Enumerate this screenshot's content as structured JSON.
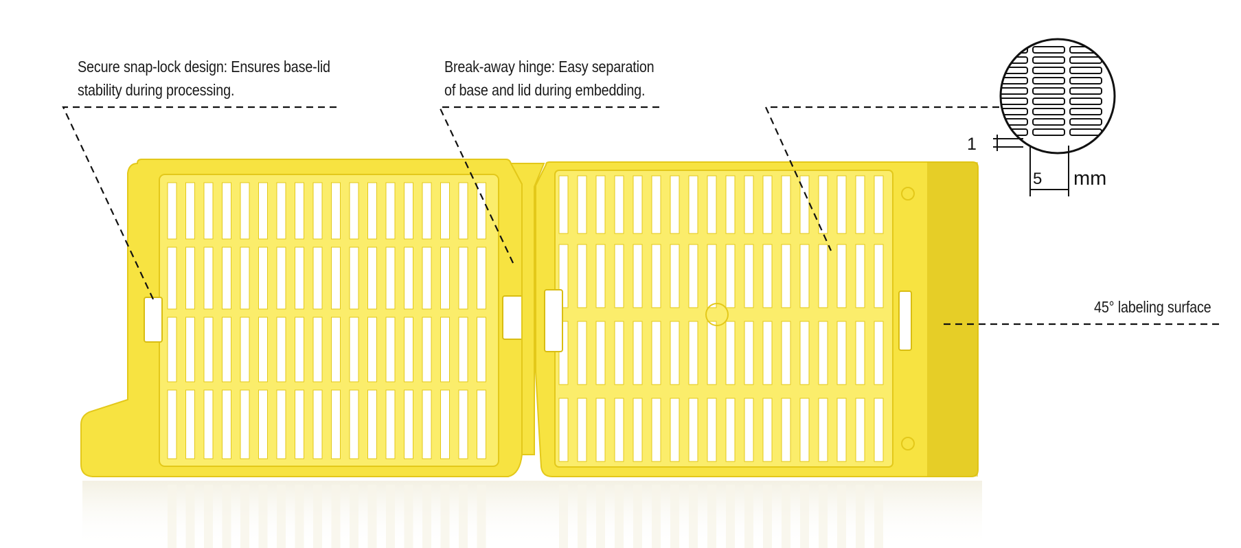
{
  "colors": {
    "cassette_fill": "#f7e341",
    "cassette_light": "#fbed6b",
    "cassette_edge": "#e3c81a",
    "cassette_shadow": "#d9bd12",
    "hole": "#ffffff",
    "line": "#111111"
  },
  "callouts": {
    "snap_lock": {
      "line1": "Secure snap-lock design: Ensures base-lid",
      "line2": "stability during processing."
    },
    "hinge": {
      "line1": "Break-away hinge: Easy separation",
      "line2": "of base and lid during embedding."
    },
    "labeling": {
      "text": "45° labeling surface"
    }
  },
  "mesh_detail": {
    "small_dim": "1",
    "large_dim": "5",
    "unit": "mm"
  }
}
